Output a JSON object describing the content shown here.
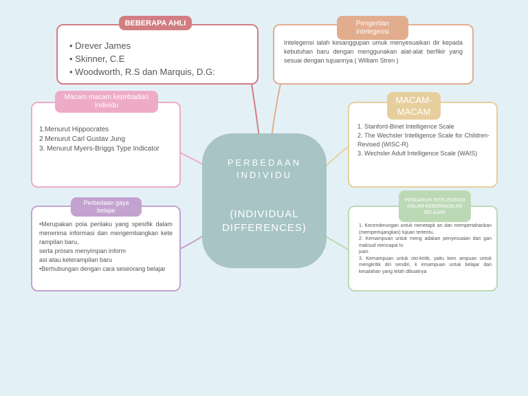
{
  "center": {
    "line1": "PERBEDAAN",
    "line2": "INDIVIDU",
    "line3": "(INDIVIDUAL",
    "line4": "DIFFERENCES)"
  },
  "ahli": {
    "title": "BEBERAPA AHLI",
    "items": [
      "• Drever James",
      "• Skinner, C.E",
      "• Woodworth, R.S dan Marquis, D.G:"
    ]
  },
  "pengertian": {
    "title": "Pengertian intelegensi",
    "text": "Intelegensi ialah kesanggupan umuk menyesuaikan dir kepada kebutuhan baru dengan menggunakan alat-alat berfikir yang sesuai dengan tujuannya ( William Stren )"
  },
  "kepribadian": {
    "title": "Macam macam kepribadian individu",
    "items": [
      "1.Menurut Hippocrates",
      "2  Menurut Carl Gustav Jung",
      "3. Menurut Myers-Briggs Type Indicator"
    ]
  },
  "macam": {
    "title": "MACAM-MACAM",
    "items": [
      "1. Stanford-Binet Intelligence Scale",
      "2. The Wechsler Intelligence Scale for Children-Revised (WISC-R)",
      "3. Wechsler Adult Intelligence Scale (WAIS)"
    ]
  },
  "gaya": {
    "title": "Perbedaan gaya belajar",
    "lines": [
      "•Merupakan pola perilaku yang spesifik dalam menerima informasi dan mengembangkan kete rampilan baru,",
      "serta proses menyimpan inform",
      "asi atau keterampilan baru",
      "•Berhubungan dengan cara seseorang belajar"
    ]
  },
  "pengaruh": {
    "title": "PENGARUH INTELEGENSI DALAM KEBERHASILAN BELAJAR",
    "lines": [
      "1. Kecenderungan untuk menetapk an dan mempertahankan (mempertujangkan) tujuan tertentu.",
      "2. Kemampuan untuk meng adakan penyesuaian dan gan maksud mencapai tu",
      "juan.",
      "3. Kemampuan untuk oto-kritik, yaitu kem ampuan untuk mengkritik diri sendiri, k emampuan untuk belajar dari kesalahan yang telah dibuatnya"
    ]
  },
  "colors": {
    "background": "#e3f1f6",
    "center": "#a8c4c5",
    "ahli": "#d27d82",
    "pengertian": "#e2ad8e",
    "kepribadian": "#eeabc6",
    "macam": "#e6cf9d",
    "gaya": "#c3a2d0",
    "pengaruh": "#bcd9b6"
  }
}
